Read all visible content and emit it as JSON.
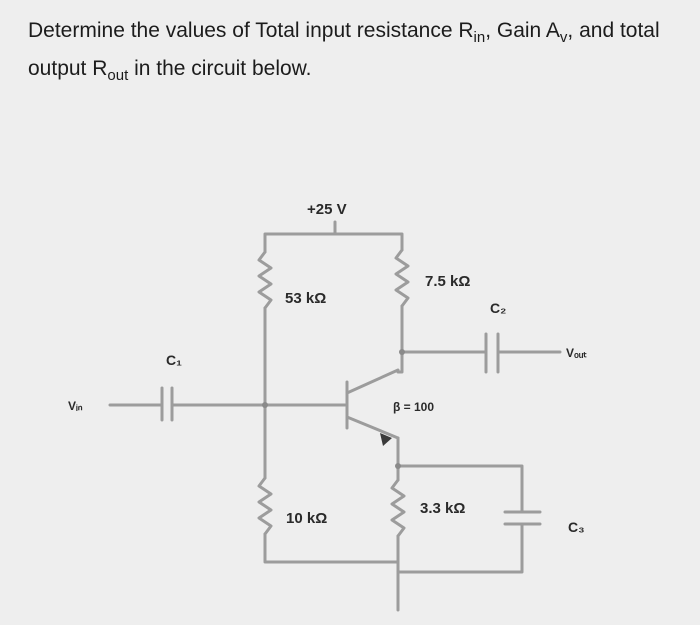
{
  "question": {
    "part1": "Determine the values of Total input resistance R",
    "rin_sub": "in",
    "part2": ", Gain A",
    "av_sub": "v",
    "part3": ", and total output R",
    "rout_sub": "out",
    "part4": " in the circuit below."
  },
  "circuit": {
    "supply": "+25 V",
    "r1": "53 kΩ",
    "r2": "10 kΩ",
    "rc": "7.5 kΩ",
    "re": "3.3 kΩ",
    "beta": "β = 100",
    "c1": "C₁",
    "c2": "C₂",
    "c3": "C₃",
    "vin": "Vᵢₙ",
    "vout": "Vₒᵤₜ"
  }
}
